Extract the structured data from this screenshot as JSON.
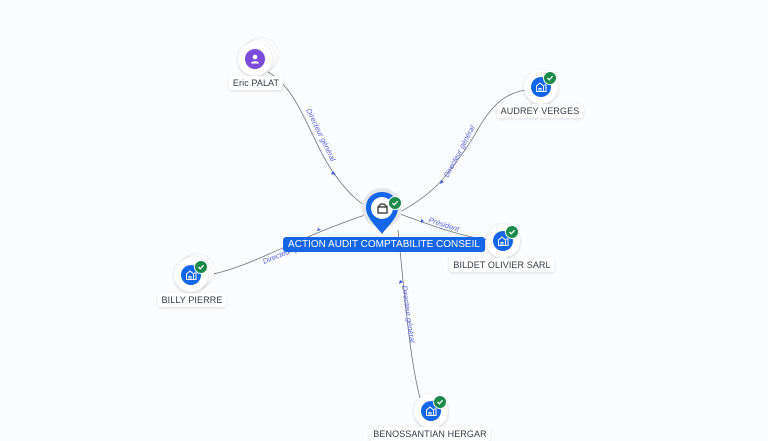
{
  "center": {
    "label": "ACTION AUDIT COMPTABILITE CONSEIL",
    "icon": "company-icon",
    "verified": true
  },
  "nodes": [
    {
      "id": "eric",
      "label": "Eric PALAT",
      "type": "person",
      "icon": "person-icon",
      "verified": false
    },
    {
      "id": "audrey",
      "label": "AUDREY VERGES",
      "type": "company",
      "icon": "company-icon",
      "verified": true
    },
    {
      "id": "bildet",
      "label": "BILDET OLIVIER SARL",
      "type": "company",
      "icon": "company-icon",
      "verified": true
    },
    {
      "id": "billy",
      "label": "BILLY PIERRE",
      "type": "company",
      "icon": "company-icon",
      "verified": true
    },
    {
      "id": "bottom",
      "label": "BENOSSANTIAN HERGAR",
      "type": "company",
      "icon": "company-icon",
      "verified": true
    }
  ],
  "edges": [
    {
      "from": "eric",
      "label": "Directeur général"
    },
    {
      "from": "audrey",
      "label": "Directeur général"
    },
    {
      "from": "bildet",
      "label": "Président"
    },
    {
      "from": "billy",
      "label": "Directeur général"
    },
    {
      "from": "bottom",
      "label": "Directeur général"
    }
  ],
  "colors": {
    "primary": "#1466e8",
    "person": "#7c4ddb",
    "verified": "#1a8a4a",
    "edge": "#6b7280",
    "edge_label": "#5a62d6"
  }
}
